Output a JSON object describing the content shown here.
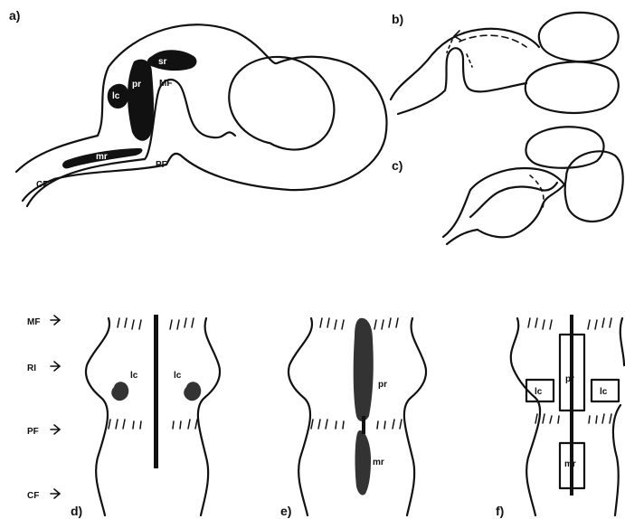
{
  "panels": {
    "a": "a)",
    "b": "b)",
    "c": "c)",
    "d": "d)",
    "e": "e)",
    "f": "f)"
  },
  "panel_a": {
    "regions": [
      "sr",
      "pr",
      "lc",
      "mr"
    ],
    "folds": {
      "mf": "MF",
      "pf": "PF",
      "cf": "CF"
    }
  },
  "axis_markers": [
    "MF",
    "RI",
    "PF",
    "CF"
  ],
  "panel_d": {
    "left": "lc",
    "right": "lc"
  },
  "panel_e": {
    "upper": "pr",
    "lower": "mr"
  },
  "panel_f": {
    "left": "lc",
    "right": "lc",
    "upper": "pr",
    "lower": "mr"
  },
  "colors": {
    "ink": "#111111",
    "background": "#ffffff"
  }
}
